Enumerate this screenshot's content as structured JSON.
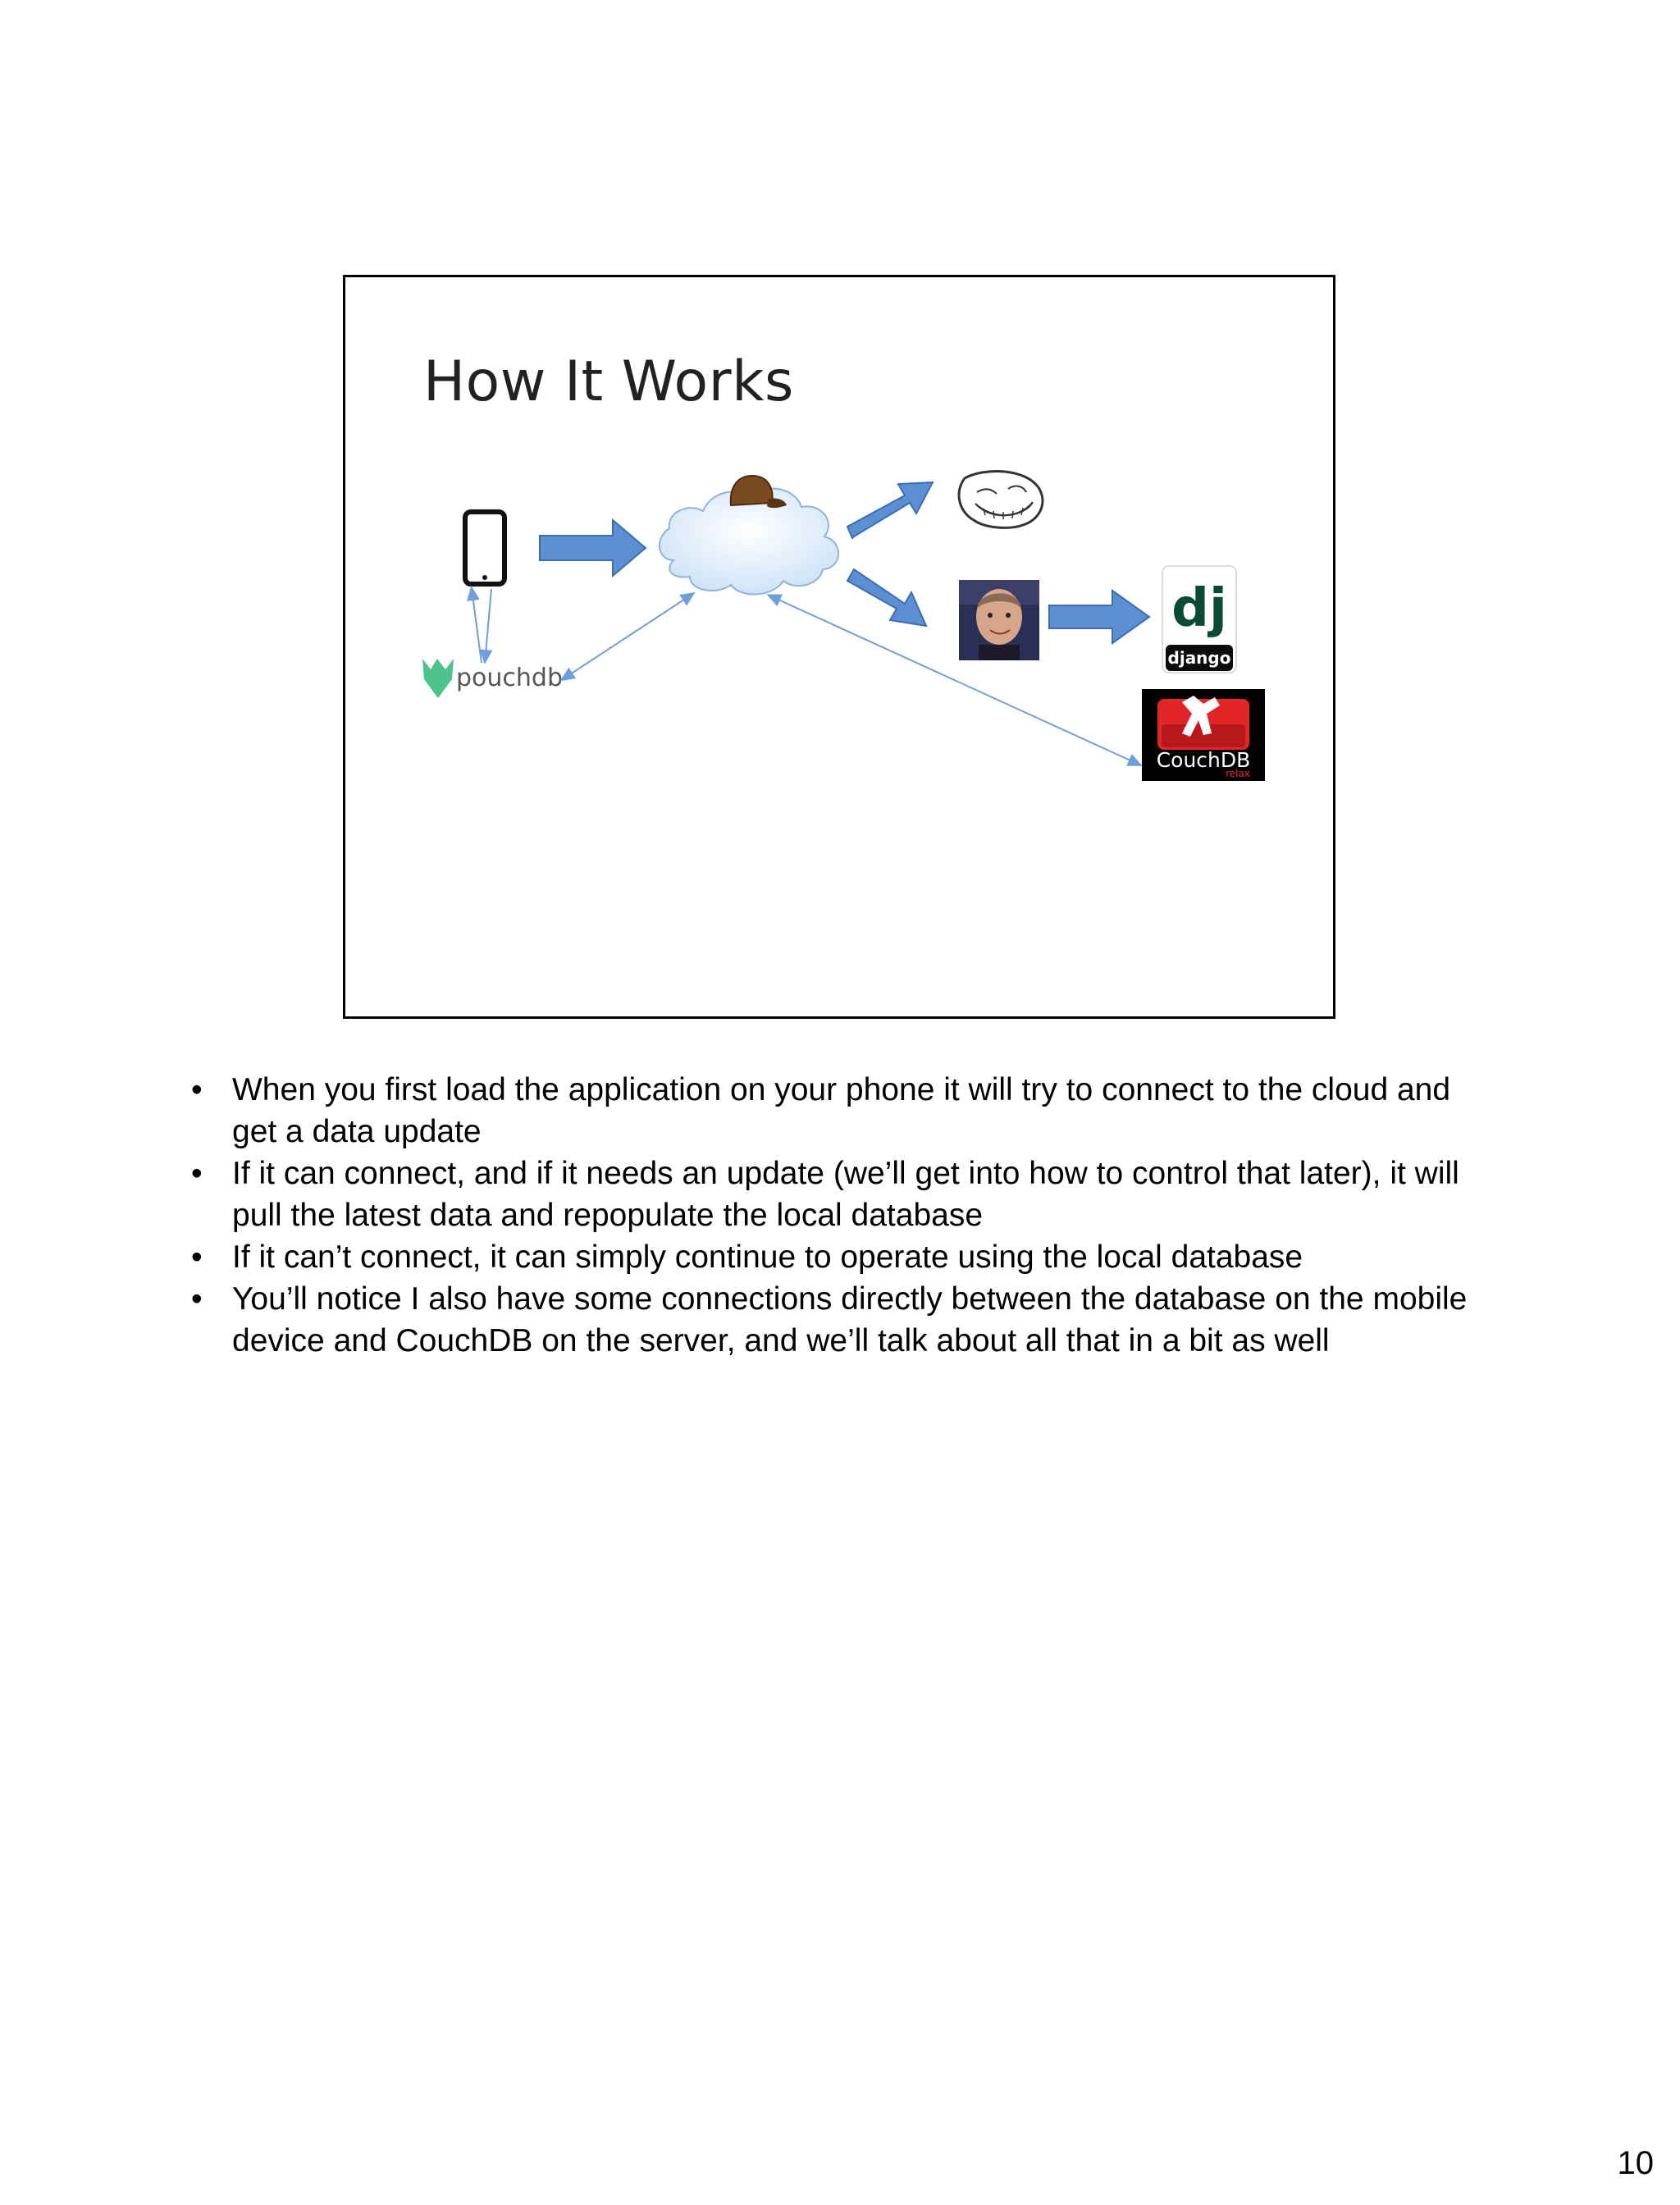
{
  "slide": {
    "title": "How It Works",
    "pouchdb_label": "pouchdb",
    "django_mark": "dj",
    "django_label": "django",
    "couchdb_label": "CouchDB",
    "couchdb_tagline": "relax"
  },
  "notes": [
    "When you first load the application on your phone it will try to connect to the cloud and get a data update",
    "If it can connect, and if it needs an update (we’ll get into how to control that later), it will pull the latest data and repopulate the local database",
    "If it can’t connect, it can simply continue to operate using the local database",
    "You’ll notice I also have some connections directly between the database on the mobile device and CouchDB on the server, and we’ll talk about all that in a bit as well"
  ],
  "bullet_char": "•",
  "page_number": "10",
  "colors": {
    "arrow": "#5b8fd1",
    "arrow_edge": "#3a6db3",
    "thin_arrow": "#6f9fd8",
    "pouch_green": "#4cc38a",
    "couch_red": "#e42528"
  }
}
